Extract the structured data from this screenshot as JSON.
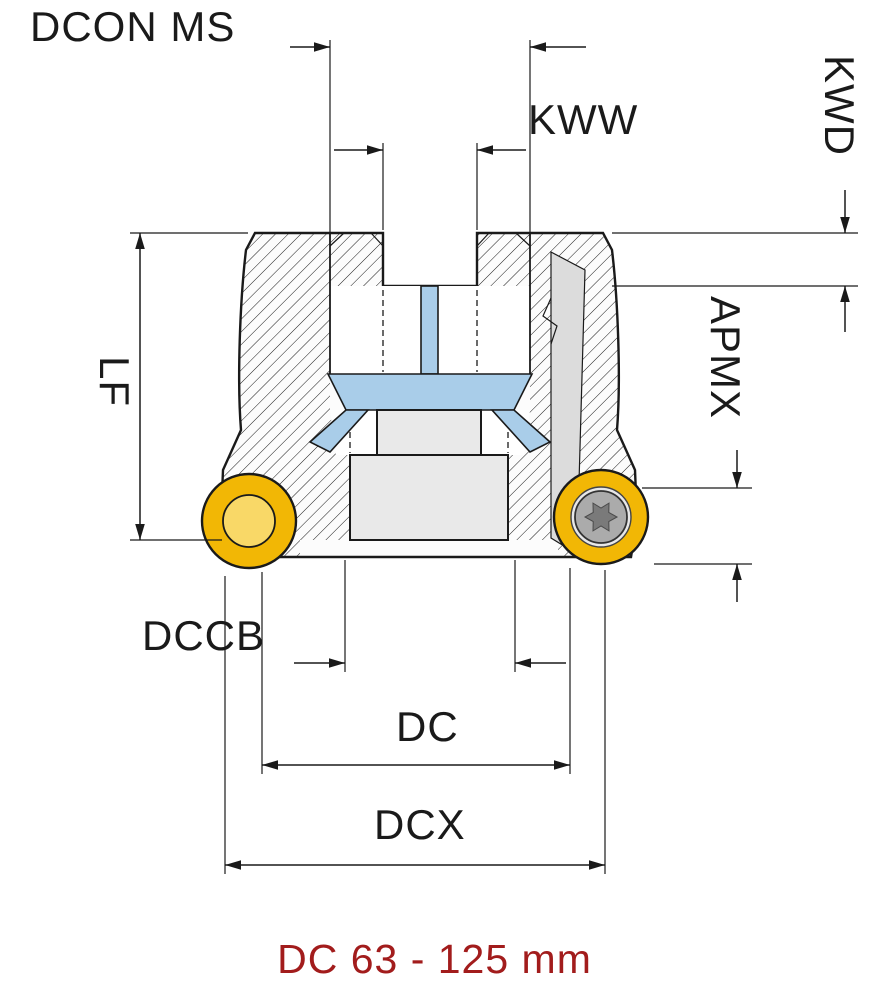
{
  "diagram": {
    "labels": {
      "dcon_ms": "DCON MS",
      "kww": "KWW",
      "kwd": "KWD",
      "apmx": "APMX",
      "lf": "LF",
      "dccb": "DCCB",
      "dc": "DC",
      "dcx": "DCX"
    },
    "caption": "DC 63 - 125 mm",
    "colors": {
      "line": "#1a1a1a",
      "highlight_blue": "#a9cde9",
      "insert_yellow": "#f2b705",
      "insert_yellow_light": "#f9d867",
      "screw_gray": "#ababab",
      "body_gray": "#dcdcdc",
      "caption_red": "#a21c1c",
      "background": "#ffffff"
    }
  }
}
